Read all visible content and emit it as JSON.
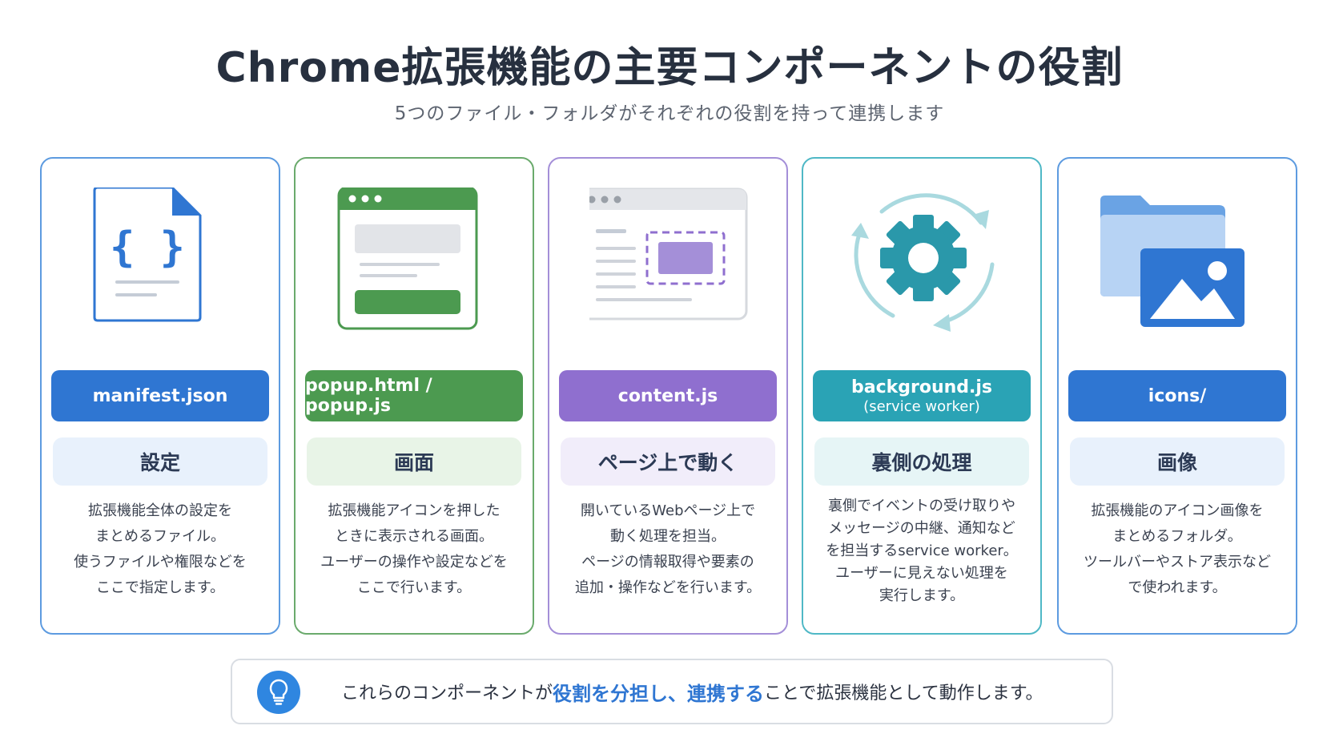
{
  "header": {
    "title": "Chrome拡張機能の主要コンポーネントの役割",
    "subtitle": "5つのファイル・フォルダがそれぞれの役割を持って連携します"
  },
  "cards": [
    {
      "file": "manifest.json",
      "role": "設定",
      "icon": "json-file-icon",
      "accent": "#2f76d2",
      "role_bg": "#e8f1fc",
      "description": [
        "拡張機能全体の設定を",
        "まとめるファイル。",
        "使うファイルや権限などを",
        "ここで指定します。"
      ]
    },
    {
      "file": "popup.html / popup.js",
      "role": "画面",
      "icon": "popup-window-icon",
      "accent": "#4c9a50",
      "role_bg": "#e8f4e7",
      "description": [
        "拡張機能アイコンを押した",
        "ときに表示される画面。",
        "ユーザーの操作や設定などを",
        "ここで行います。"
      ]
    },
    {
      "file": "content.js",
      "role": "ページ上で動く",
      "icon": "webpage-content-icon",
      "accent": "#8f6fcf",
      "role_bg": "#f1edfa",
      "description": [
        "開いているWebページ上で",
        "動く処理を担当。",
        "ページの情報取得や要素の",
        "追加・操作などを行います。"
      ]
    },
    {
      "file": "background.js",
      "file_sub": "(service worker)",
      "role": "裏側の処理",
      "icon": "gear-cycle-icon",
      "accent": "#2aa3b5",
      "role_bg": "#e6f5f6",
      "description": [
        "裏側でイベントの受け取りや",
        "メッセージの中継、通知など",
        "を担当するservice worker。",
        "ユーザーに見えない処理を",
        "実行します。"
      ]
    },
    {
      "file": "icons/",
      "role": "画像",
      "icon": "folder-image-icon",
      "accent": "#2f76d2",
      "role_bg": "#e8f1fc",
      "description": [
        "拡張機能のアイコン画像を",
        "まとめるフォルダ。",
        "ツールバーやストア表示など",
        "で使われます。"
      ]
    }
  ],
  "note": {
    "icon": "lightbulb-icon",
    "prefix": "これらのコンポーネントが ",
    "emphasis": "役割を分担し、連携する",
    "suffix": "ことで拡張機能として動作します。"
  }
}
